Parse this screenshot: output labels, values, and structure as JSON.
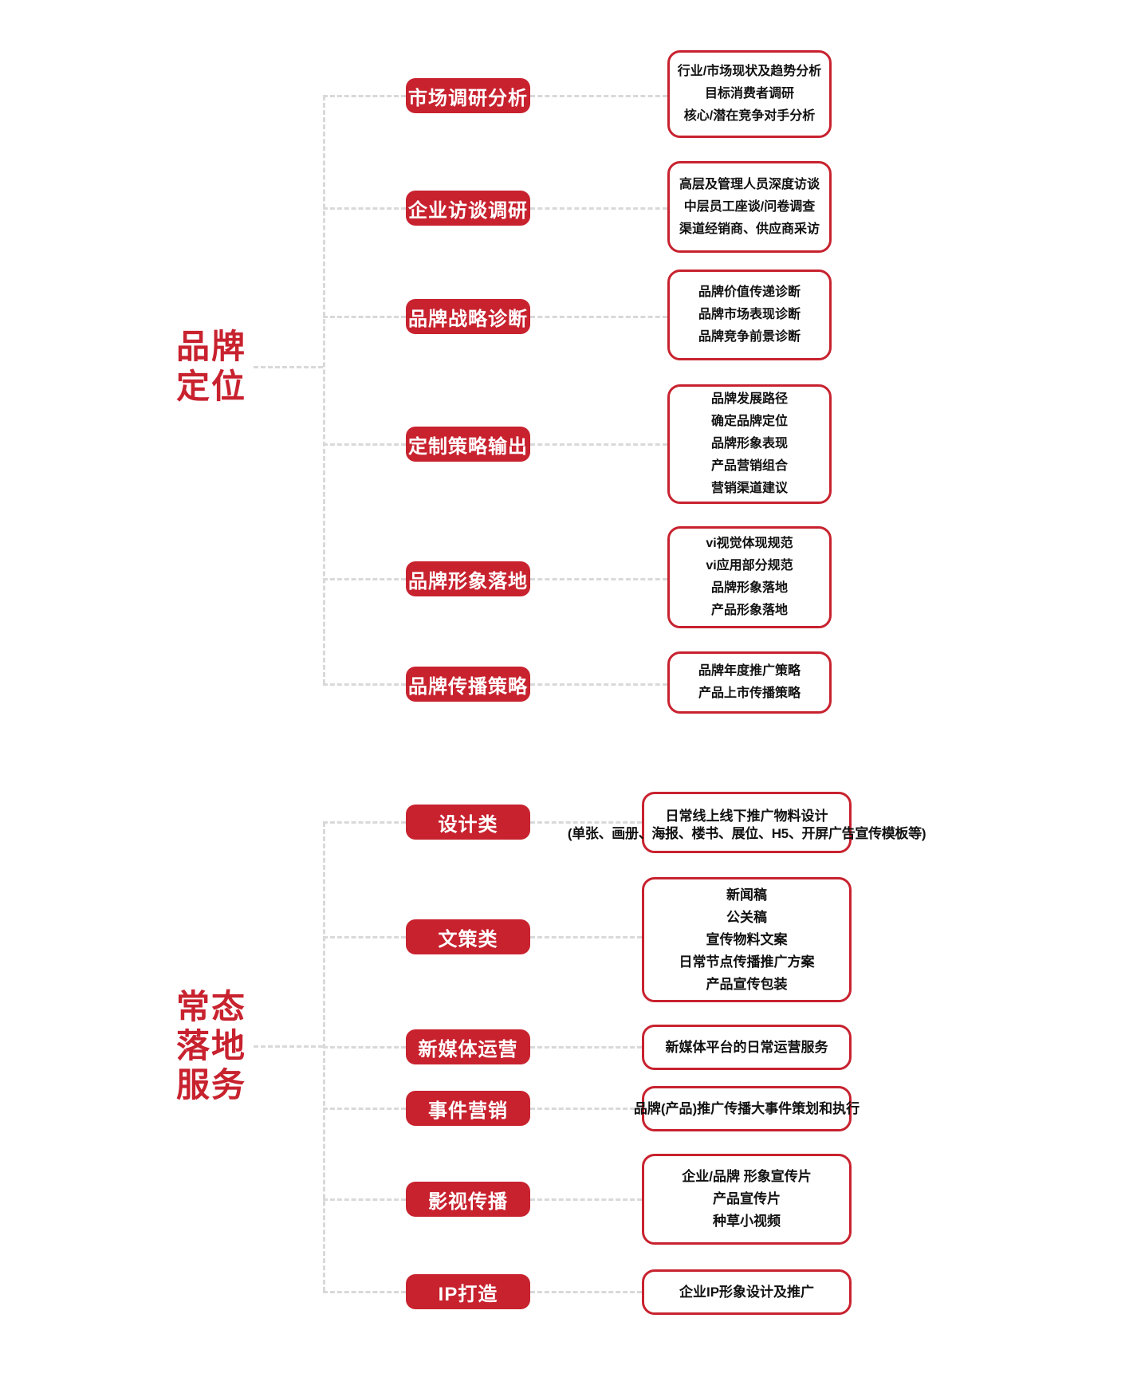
{
  "colors": {
    "accent": "#c8222f",
    "dash": "#d9d9d9",
    "text": "#111111",
    "background": "#ffffff"
  },
  "sections": [
    {
      "label_lines": [
        "品牌",
        "定位"
      ],
      "rows": [
        {
          "button": "市场调研分析",
          "lines": [
            "行业/市场现状及趋势分析",
            "目标消费者调研",
            "核心/潜在竞争对手分析"
          ]
        },
        {
          "button": "企业访谈调研",
          "lines": [
            "高层及管理人员深度访谈",
            "中层员工座谈/问卷调查",
            "渠道经销商、供应商采访"
          ]
        },
        {
          "button": "品牌战略诊断",
          "lines": [
            "品牌价值传递诊断",
            "品牌市场表现诊断",
            "品牌竞争前景诊断"
          ]
        },
        {
          "button": "定制策略输出",
          "lines": [
            "品牌发展路径",
            "确定品牌定位",
            "品牌形象表现",
            "产品营销组合",
            "营销渠道建议"
          ]
        },
        {
          "button": "品牌形象落地",
          "lines": [
            "vi视觉体现规范",
            "vi应用部分规范",
            "品牌形象落地",
            "产品形象落地"
          ]
        },
        {
          "button": "品牌传播策略",
          "lines": [
            "品牌年度推广策略",
            "产品上市传播策略"
          ]
        }
      ]
    },
    {
      "label_lines": [
        "常态",
        "落地",
        "服务"
      ],
      "rows": [
        {
          "button": "设计类",
          "lines": [
            "日常线上线下推广物料设计",
            "(单张、画册、海报、楼书、展位、H5、开屏广告宣传模板等)"
          ]
        },
        {
          "button": "文策类",
          "lines": [
            "新闻稿",
            "公关稿",
            "宣传物料文案",
            "日常节点传播推广方案",
            "产品宣传包装"
          ]
        },
        {
          "button": "新媒体运营",
          "lines": [
            "新媒体平台的日常运营服务"
          ]
        },
        {
          "button": "事件营销",
          "lines": [
            "品牌(产品)推广传播大事件策划和执行"
          ]
        },
        {
          "button": "影视传播",
          "lines": [
            "企业/品牌 形象宣传片",
            "产品宣传片",
            "种草小视频"
          ]
        },
        {
          "button": "IP打造",
          "lines": [
            "企业IP形象设计及推广"
          ]
        }
      ]
    }
  ]
}
